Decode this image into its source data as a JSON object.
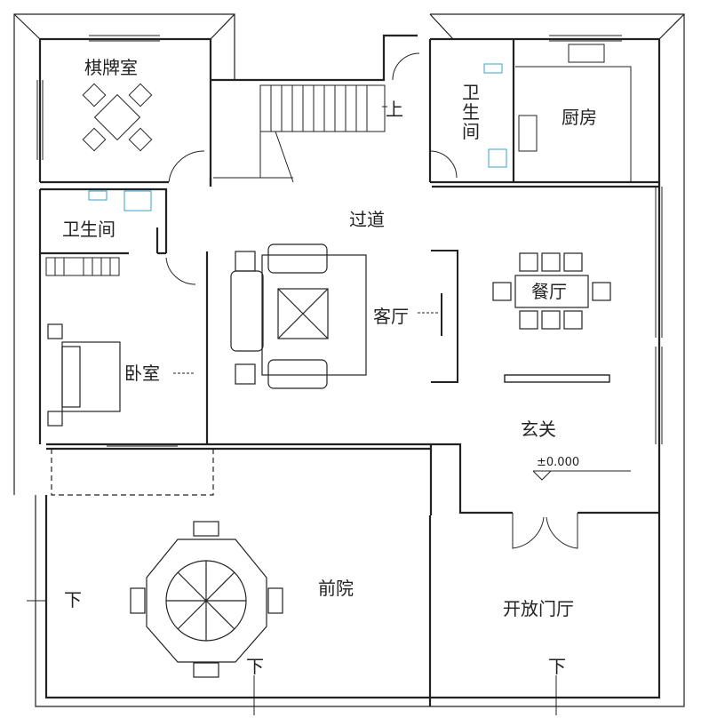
{
  "plan": {
    "rooms": {
      "mahjong_room": "棋牌室",
      "bathroom_north": "卫生间",
      "bathroom_west": "卫生间",
      "kitchen": "厨房",
      "corridor": "过道",
      "living_room": "客厅",
      "dining_room": "餐厅",
      "bedroom": "卧室",
      "foyer": "玄关",
      "front_yard": "前院",
      "open_porch": "开放门厅"
    },
    "stairs": {
      "up_label": "上"
    },
    "level_marker": "±0.000",
    "down_labels": [
      "下",
      "下",
      "下"
    ]
  },
  "colors": {
    "wall": "#1a1a1a",
    "fixture_blue": "#3aa0c8"
  }
}
